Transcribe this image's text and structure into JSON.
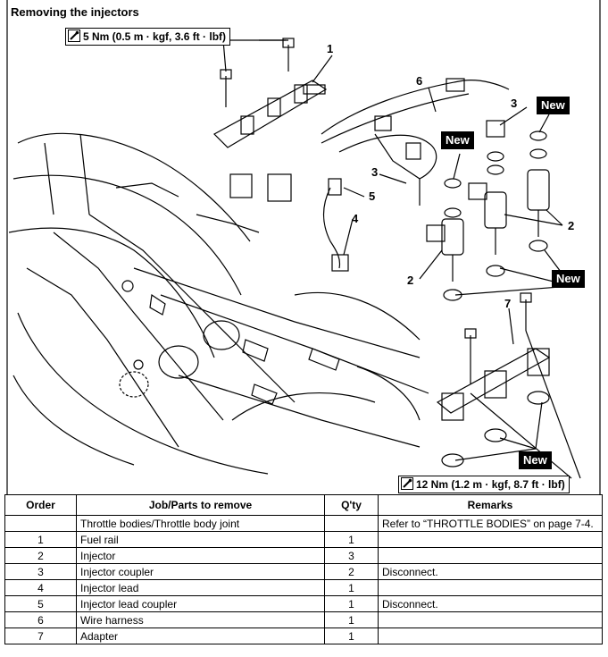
{
  "title": "Removing the injectors",
  "torque_top": "5 Nm (0.5 m · kgf, 3.6 ft · lbf)",
  "torque_bottom": "12 Nm (1.2 m · kgf, 8.7 ft · lbf)",
  "new_badge": "New",
  "callouts": [
    "1",
    "2",
    "2",
    "3",
    "3",
    "4",
    "5",
    "6",
    "7"
  ],
  "table": {
    "headers": [
      "Order",
      "Job/Parts to remove",
      "Q'ty",
      "Remarks"
    ],
    "rows": [
      {
        "order": "",
        "part": "Throttle bodies/Throttle body joint",
        "qty": "",
        "remarks": "Refer to “THROTTLE BODIES” on page 7-4."
      },
      {
        "order": "1",
        "part": "Fuel rail",
        "qty": "1",
        "remarks": ""
      },
      {
        "order": "2",
        "part": "Injector",
        "qty": "3",
        "remarks": ""
      },
      {
        "order": "3",
        "part": "Injector coupler",
        "qty": "2",
        "remarks": "Disconnect."
      },
      {
        "order": "4",
        "part": "Injector lead",
        "qty": "1",
        "remarks": ""
      },
      {
        "order": "5",
        "part": "Injector lead coupler",
        "qty": "1",
        "remarks": "Disconnect."
      },
      {
        "order": "6",
        "part": "Wire harness",
        "qty": "1",
        "remarks": ""
      },
      {
        "order": "7",
        "part": "Adapter",
        "qty": "1",
        "remarks": ""
      }
    ]
  },
  "icons": [
    "torque-wrench-icon"
  ]
}
